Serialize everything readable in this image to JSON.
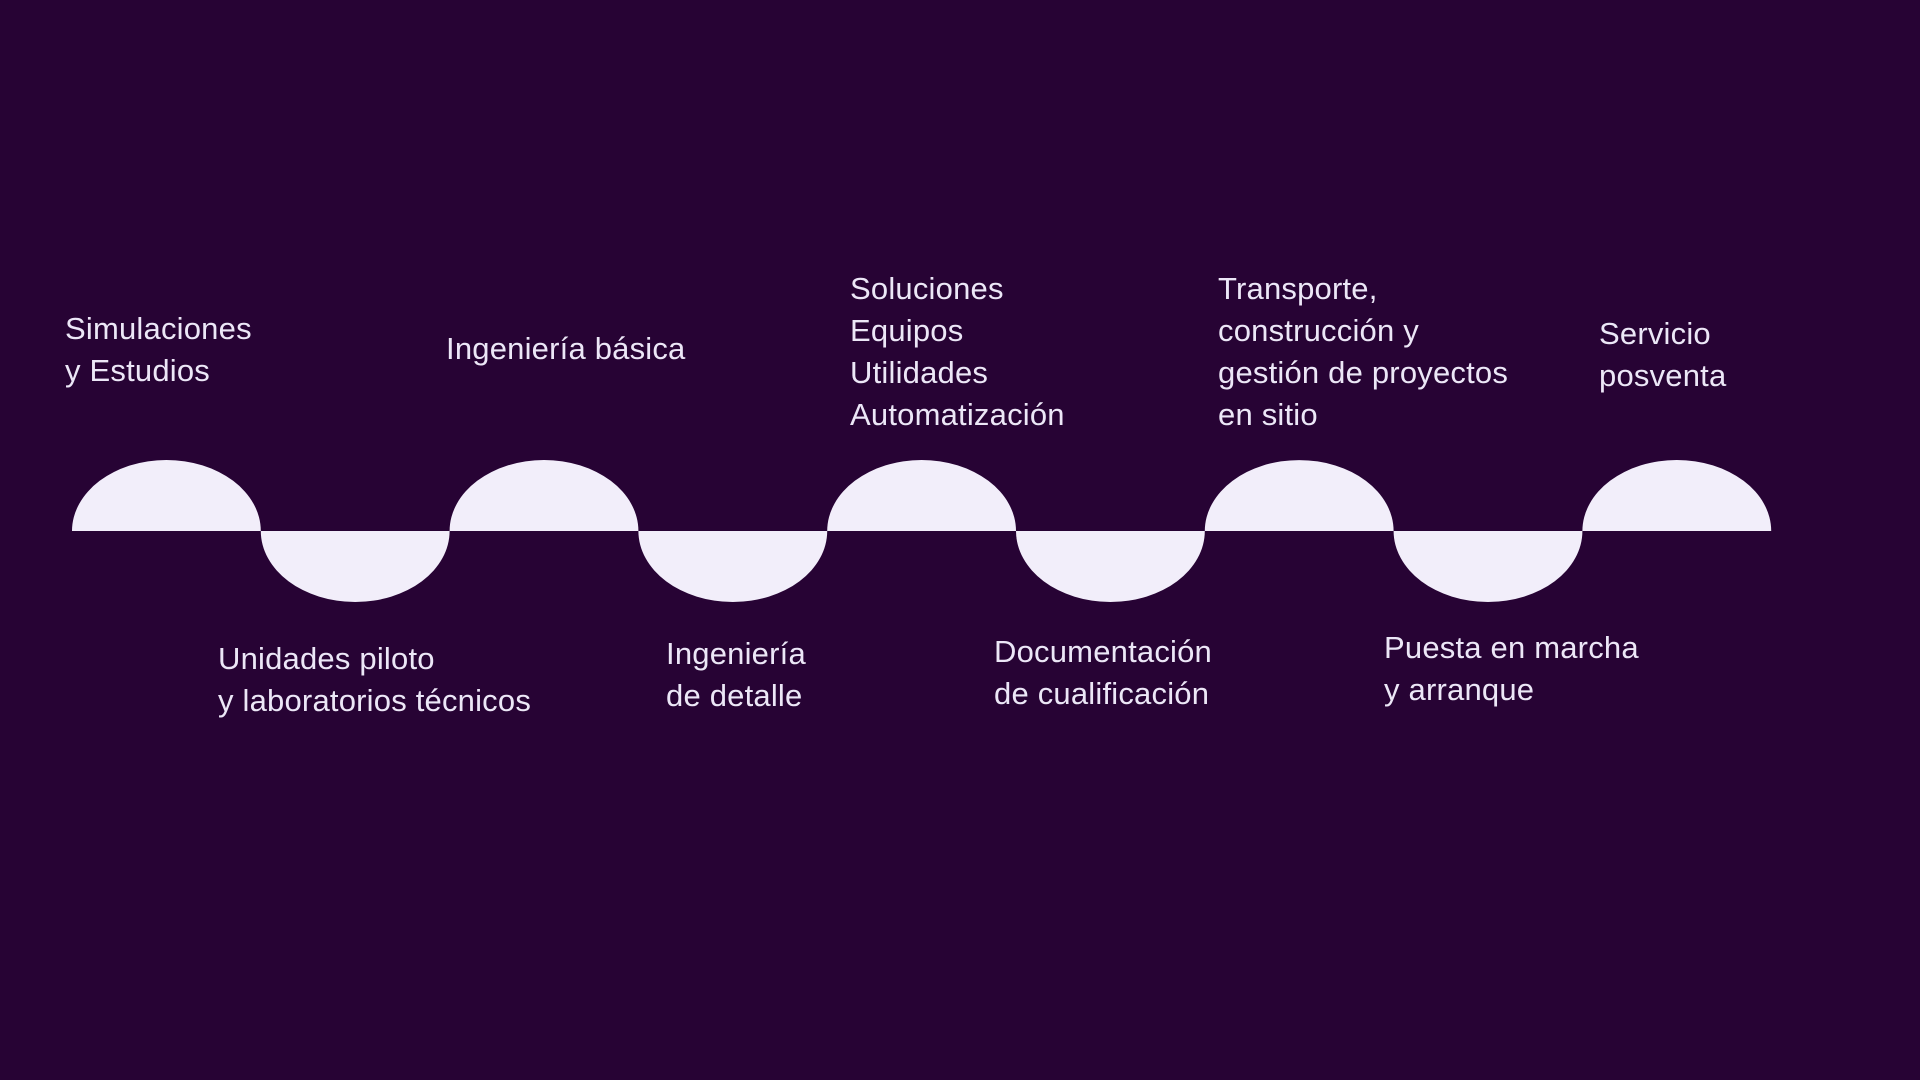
{
  "diagram": {
    "type": "process-wave-timeline",
    "background_color": "#270334",
    "wave_color": "#f2eefa",
    "text_color": "#ece7f7",
    "steps": [
      {
        "position": "above",
        "label": "Simulaciones\ny Estudios"
      },
      {
        "position": "below",
        "label": "Unidades piloto\ny laboratorios técnicos"
      },
      {
        "position": "above",
        "label": "Ingeniería básica"
      },
      {
        "position": "below",
        "label": "Ingeniería\nde detalle"
      },
      {
        "position": "above",
        "label": "Soluciones\nEquipos\nUtilidades\nAutomatización"
      },
      {
        "position": "below",
        "label": "Documentación\nde cualificación"
      },
      {
        "position": "above",
        "label": "Transporte,\nconstrucción y\ngestión de proyectos\nen sitio"
      },
      {
        "position": "below",
        "label": "Puesta en marcha\ny arranque"
      },
      {
        "position": "above",
        "label": "Servicio\nposventa"
      }
    ]
  }
}
